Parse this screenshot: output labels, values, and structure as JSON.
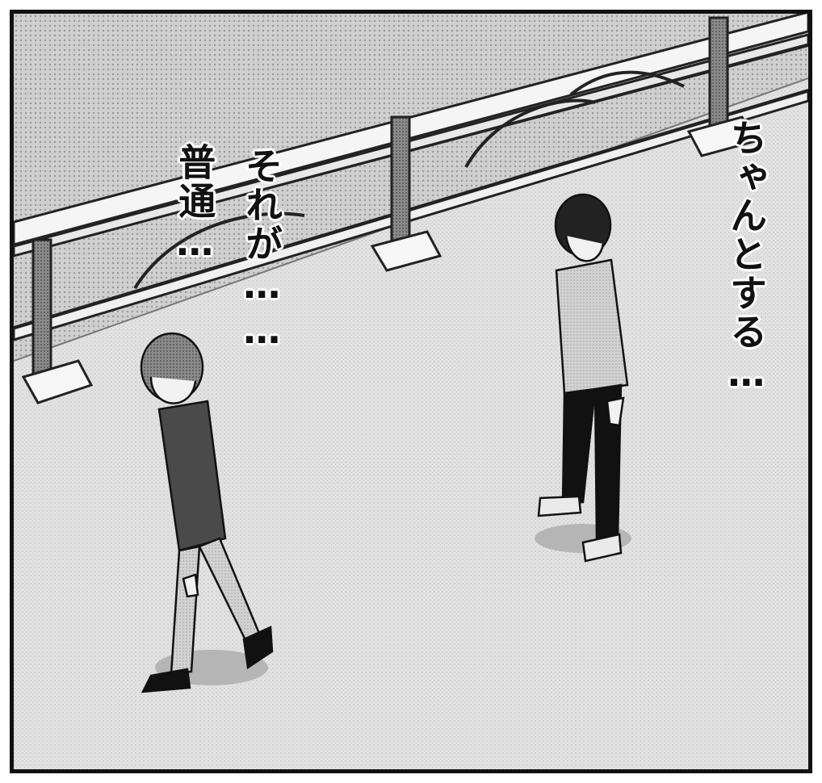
{
  "panel": {
    "dialogue": [
      {
        "id": "line-right",
        "text": "ちゃんとする…"
      },
      {
        "id": "line-middle",
        "text": "それが……"
      },
      {
        "id": "line-left",
        "text": "普通…"
      }
    ]
  },
  "colors": {
    "sky": "#c9c9c9",
    "ground": "#dcdcdc",
    "ink": "#111111",
    "paper": "#ffffff"
  }
}
